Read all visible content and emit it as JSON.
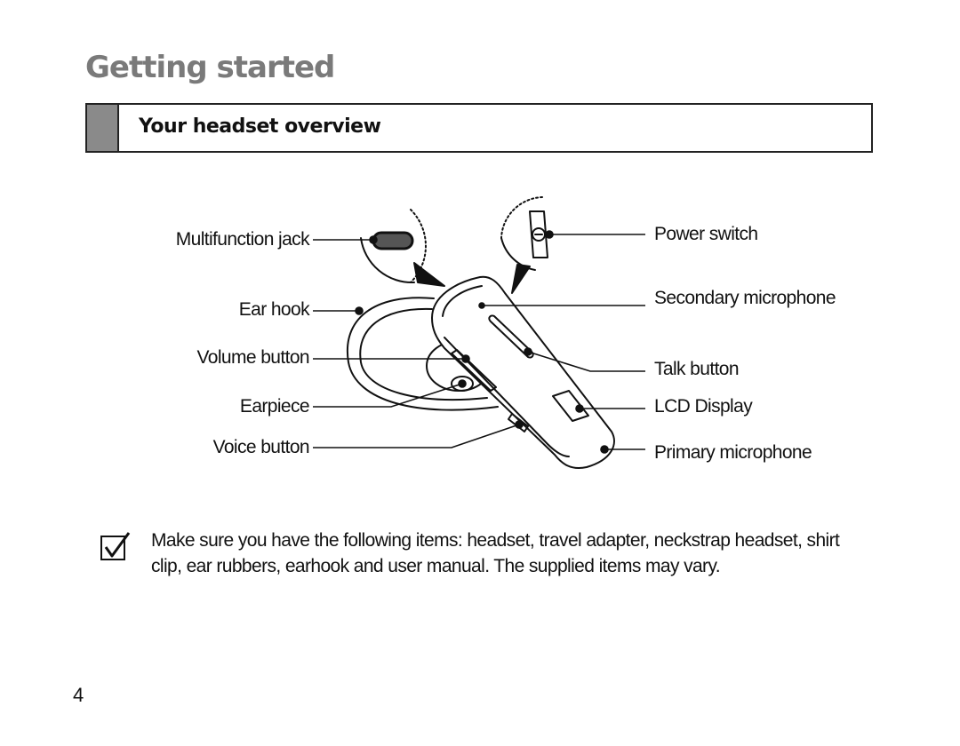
{
  "page": {
    "title": "Getting started",
    "section_title": "Your headset overview",
    "page_number": "4"
  },
  "diagram": {
    "labels_left": {
      "multifunction_jack": "Multifunction jack",
      "ear_hook": "Ear hook",
      "volume_button": "Volume button",
      "earpiece": "Earpiece",
      "voice_button": "Voice button"
    },
    "labels_right": {
      "power_switch": "Power switch",
      "secondary_microphone": "Secondary microphone",
      "talk_button": "Talk button",
      "lcd_display": "LCD Display",
      "primary_microphone": "Primary microphone"
    }
  },
  "note": {
    "icon": "checkbox-check-icon",
    "text": "Make sure you have the following items: headset, travel adapter, neckstrap headset, shirt clip, ear rubbers, earhook and user manual. The supplied items may vary."
  },
  "colors": {
    "title": "#7a7a7a",
    "section_tab": "#8a8a8a",
    "line": "#111111"
  }
}
